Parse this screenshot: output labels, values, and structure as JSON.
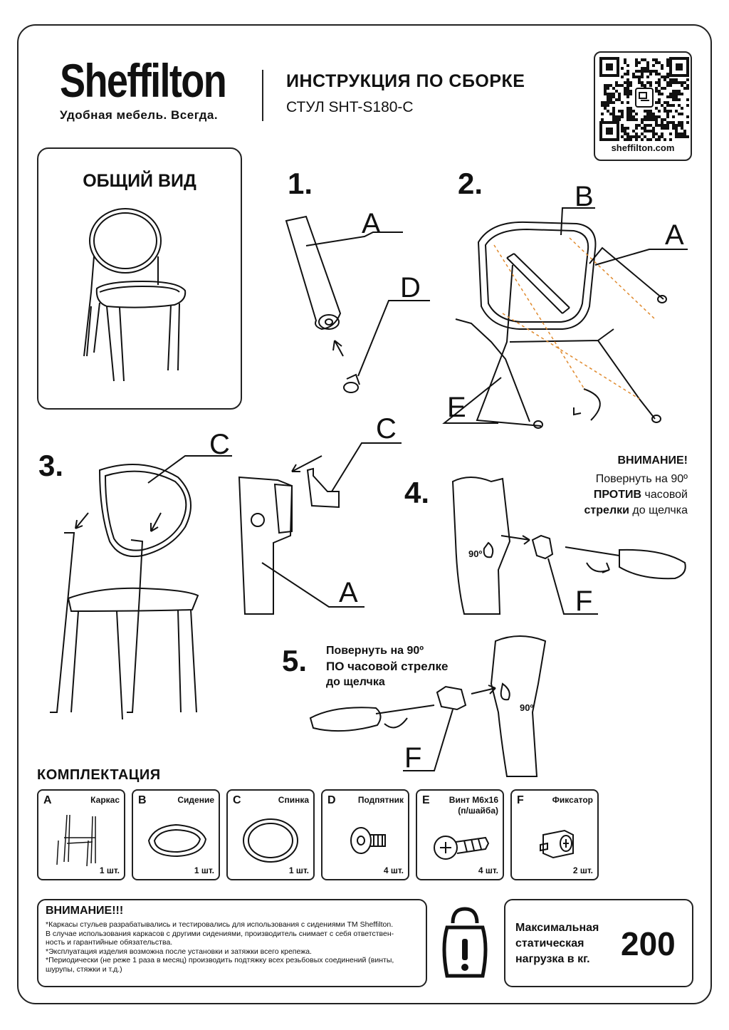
{
  "header": {
    "brand": "Sheffilton",
    "tagline": "Удобная мебель. Всегда.",
    "title": "ИНСТРУКЦИЯ ПО СБОРКЕ",
    "subtitle": "СТУЛ SHT-S180-C",
    "qr_url": "sheffilton.com"
  },
  "general_view": {
    "title": "ОБЩИЙ ВИД"
  },
  "steps": [
    {
      "number": "1.",
      "labels": [
        "A",
        "D"
      ]
    },
    {
      "number": "2.",
      "labels": [
        "B",
        "A",
        "E"
      ]
    },
    {
      "number": "3.",
      "labels": [
        "C",
        "C",
        "A"
      ]
    },
    {
      "number": "4.",
      "labels": [
        "F"
      ],
      "angle": "90º"
    },
    {
      "number": "5.",
      "labels": [
        "F"
      ],
      "angle": "90º"
    }
  ],
  "step4_warning": {
    "title": "ВНИМАНИЕ!",
    "line1": "Повернуть на 90º",
    "line2_bold": "ПРОТИВ",
    "line2_rest": " часовой",
    "line3_bold": "стрелки",
    "line3_rest": " до щелчка"
  },
  "step5_text": {
    "line1": "Повернуть на 90º",
    "line2": "ПО часовой стрелке",
    "line3": "до щелчка"
  },
  "kit": {
    "title": "КОМПЛЕКТАЦИЯ",
    "items": [
      {
        "letter": "A",
        "name": "Каркас",
        "qty": "1 шт."
      },
      {
        "letter": "B",
        "name": "Сидение",
        "qty": "1 шт."
      },
      {
        "letter": "C",
        "name": "Спинка",
        "qty": "1 шт."
      },
      {
        "letter": "D",
        "name": "Подпятник",
        "qty": "4 шт."
      },
      {
        "letter": "E",
        "name": "Винт М6х16\n(п/шайба)",
        "qty": "4 шт."
      },
      {
        "letter": "F",
        "name": "Фиксатор",
        "qty": "2 шт."
      }
    ]
  },
  "notice": {
    "title": "ВНИМАНИЕ!!!",
    "text": "*Каркасы стульев разрабатывались и тестировались для использования с сидениями ТМ Sheffilton.\nВ случае использования каркасов с другими сидениями, производитель снимает с себя ответствен-\nность и гарантийные обязательства.\n*Эксплуатация изделия возможна после установки и затяжки всего крепежа.\n*Периодически (не реже 1 раза в месяц) производить подтяжку всех резьбовых соединений (винты,\nшурупы, стяжки и т.д.)"
  },
  "load": {
    "text": "Максимальная\nстатическая\nнагрузка в кг.",
    "value": "200"
  }
}
